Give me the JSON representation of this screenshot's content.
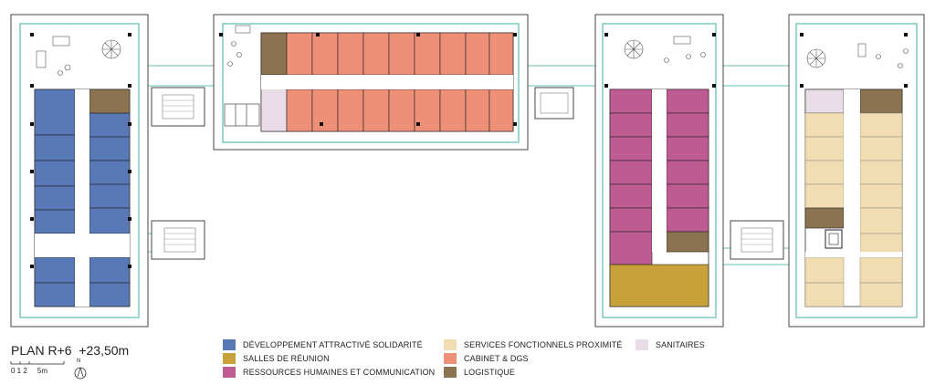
{
  "plan": {
    "title": "PLAN R+6",
    "elevation": "+23,50m",
    "scale_text": "0 1 2     5m",
    "north_label": "N"
  },
  "colors": {
    "developpement": "#5878b6",
    "salles": "#c9a13a",
    "rh": "#bf5b93",
    "services": "#f2ddb3",
    "cabinet": "#ee8f78",
    "logistique": "#8b7352",
    "sanitaires": "#e8dde6",
    "outline": "#7ec8c2",
    "wall": "#333333"
  },
  "legend": [
    {
      "key": "developpement",
      "label": "DÉVELOPPEMENT ATTRACTIVÉ SOLIDARITÉ",
      "color": "#5878b6"
    },
    {
      "key": "salles",
      "label": "SALLES DE RÉUNION",
      "color": "#c9a13a"
    },
    {
      "key": "rh",
      "label": "RESSOURCES HUMAINES ET COMMUNICATION",
      "color": "#bf5b93"
    },
    {
      "key": "services",
      "label": "SERVICES FONCTIONNELS PROXIMITÉ",
      "color": "#f2ddb3"
    },
    {
      "key": "cabinet",
      "label": "CABINET & DGS",
      "color": "#ee8f78"
    },
    {
      "key": "logistique",
      "label": "LOGISTIQUE",
      "color": "#8b7352"
    },
    {
      "key": "sanitaires",
      "label": "SANITAIRES",
      "color": "#e8dde6"
    }
  ]
}
